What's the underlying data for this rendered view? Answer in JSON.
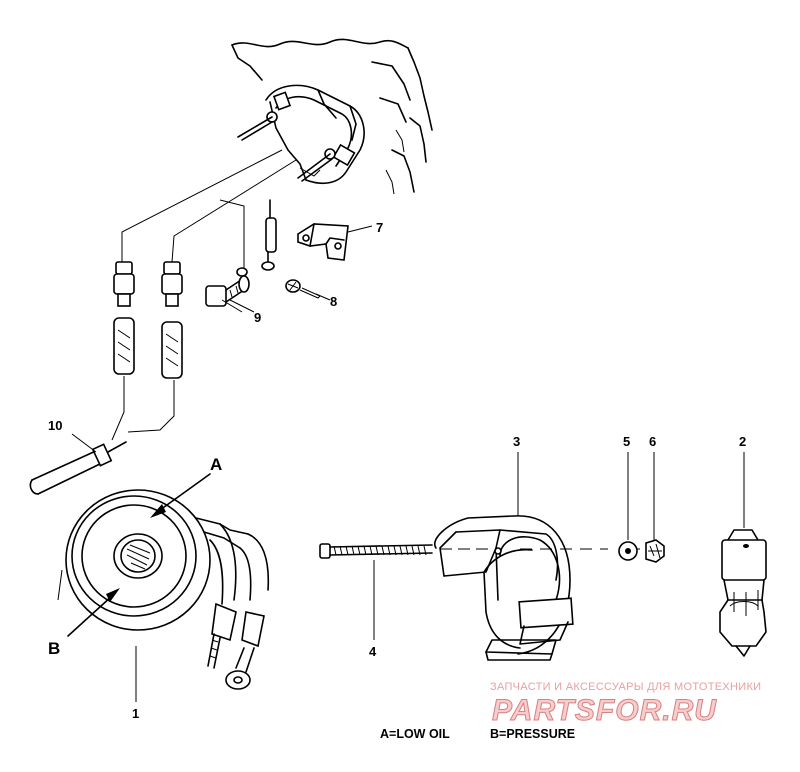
{
  "callouts": {
    "c1": "1",
    "c2": "2",
    "c3": "3",
    "c4": "4",
    "c5": "5",
    "c6": "6",
    "c7": "7",
    "c8": "8",
    "c9": "9",
    "c10": "10",
    "cA": "A",
    "cB": "B"
  },
  "legend": {
    "a": "A=LOW OIL",
    "b": "B=PRESSURE"
  },
  "watermark": {
    "tagline": "ЗАПЧАСТИ И АКСЕССУАРЫ ДЛЯ МОТОТЕХНИКИ",
    "brand": "PARTSFOR.RU"
  },
  "colors": {
    "ink": "#000000",
    "watermark": "#d98080"
  }
}
